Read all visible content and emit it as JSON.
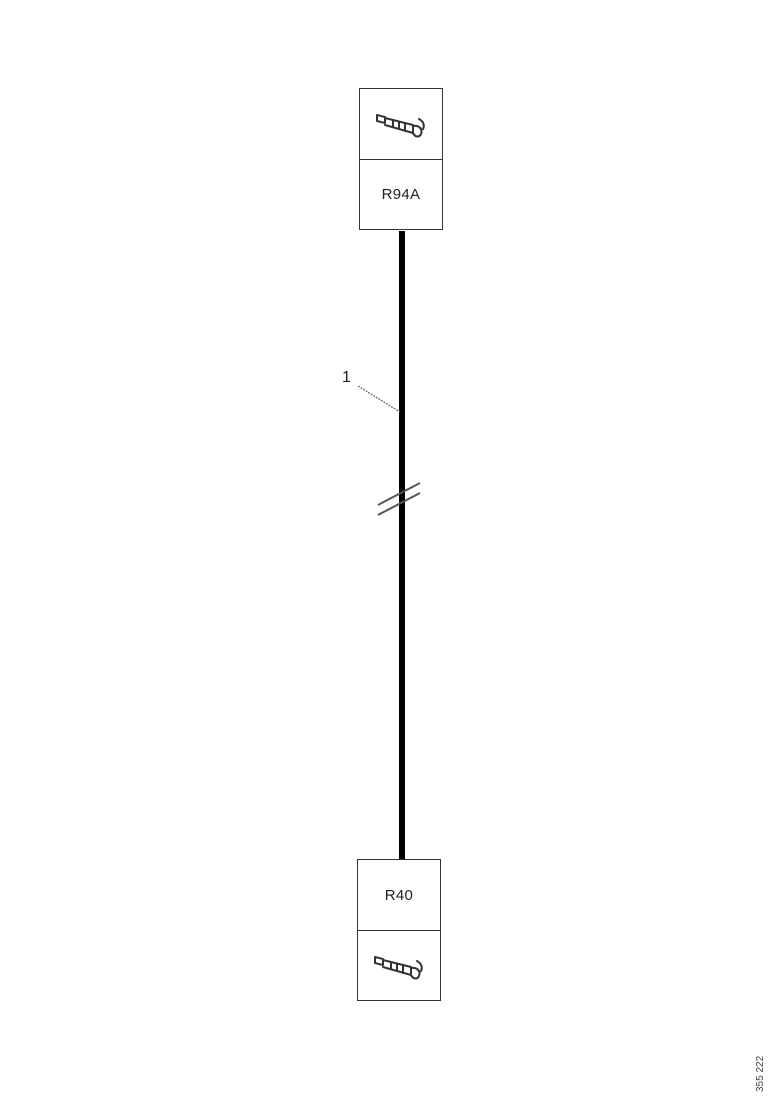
{
  "connectors": {
    "top": {
      "label": "R94A",
      "icon": "connector-plug-icon"
    },
    "bottom": {
      "label": "R40",
      "icon": "connector-plug-icon"
    }
  },
  "wire": {
    "callout": "1",
    "color": "#000000"
  },
  "document": {
    "reference": "355 222"
  }
}
